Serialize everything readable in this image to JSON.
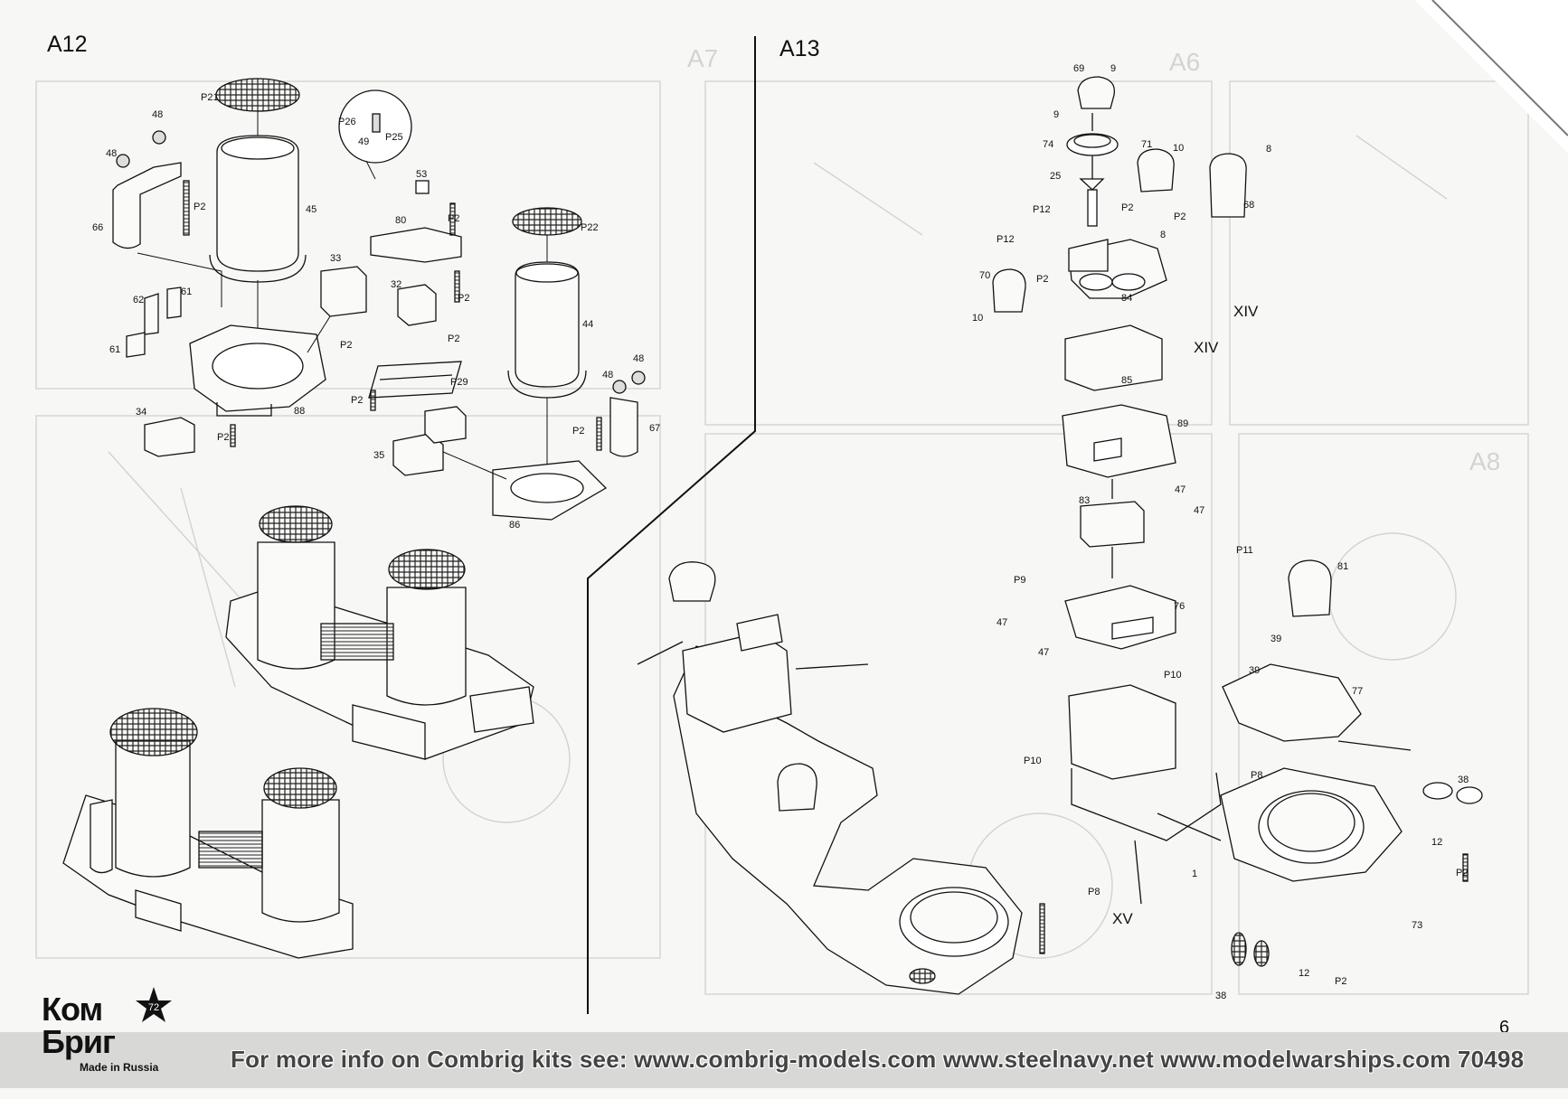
{
  "sections": {
    "left_title": "A12",
    "right_title": "A13"
  },
  "a12_labels": [
    "P21",
    "48",
    "48",
    "66",
    "P2",
    "45",
    "P26",
    "P25",
    "49",
    "53",
    "80",
    "P2",
    "P22",
    "33",
    "62",
    "61",
    "61",
    "32",
    "P2",
    "P2",
    "P2",
    "P2",
    "44",
    "P29",
    "48",
    "48",
    "34",
    "P2",
    "88",
    "35",
    "P2",
    "67",
    "86"
  ],
  "a13_labels": [
    "69",
    "9",
    "9",
    "74",
    "71",
    "10",
    "25",
    "8",
    "P12",
    "P2",
    "P2",
    "68",
    "8",
    "P12",
    "70",
    "P2",
    "84",
    "10",
    "85",
    "89",
    "83",
    "47",
    "47",
    "P9",
    "76",
    "47",
    "47",
    "P11",
    "81",
    "39",
    "39",
    "P10",
    "77",
    "P10",
    "P8",
    "38",
    "12",
    "P2",
    "P8",
    "1",
    "73",
    "12",
    "38",
    "P2"
  ],
  "roman_numerals": [
    "XIV",
    "XIV",
    "XV"
  ],
  "footer": {
    "info_text": "For more info on Combrig kits see: www.combrig-models.com www.steelnavy.net  www.modelwarships.com  70498",
    "page_number": "6"
  },
  "logo": {
    "line1": "Ком",
    "line2": "Бриг",
    "tagline": "Made in Russia",
    "star_mark": "72"
  }
}
